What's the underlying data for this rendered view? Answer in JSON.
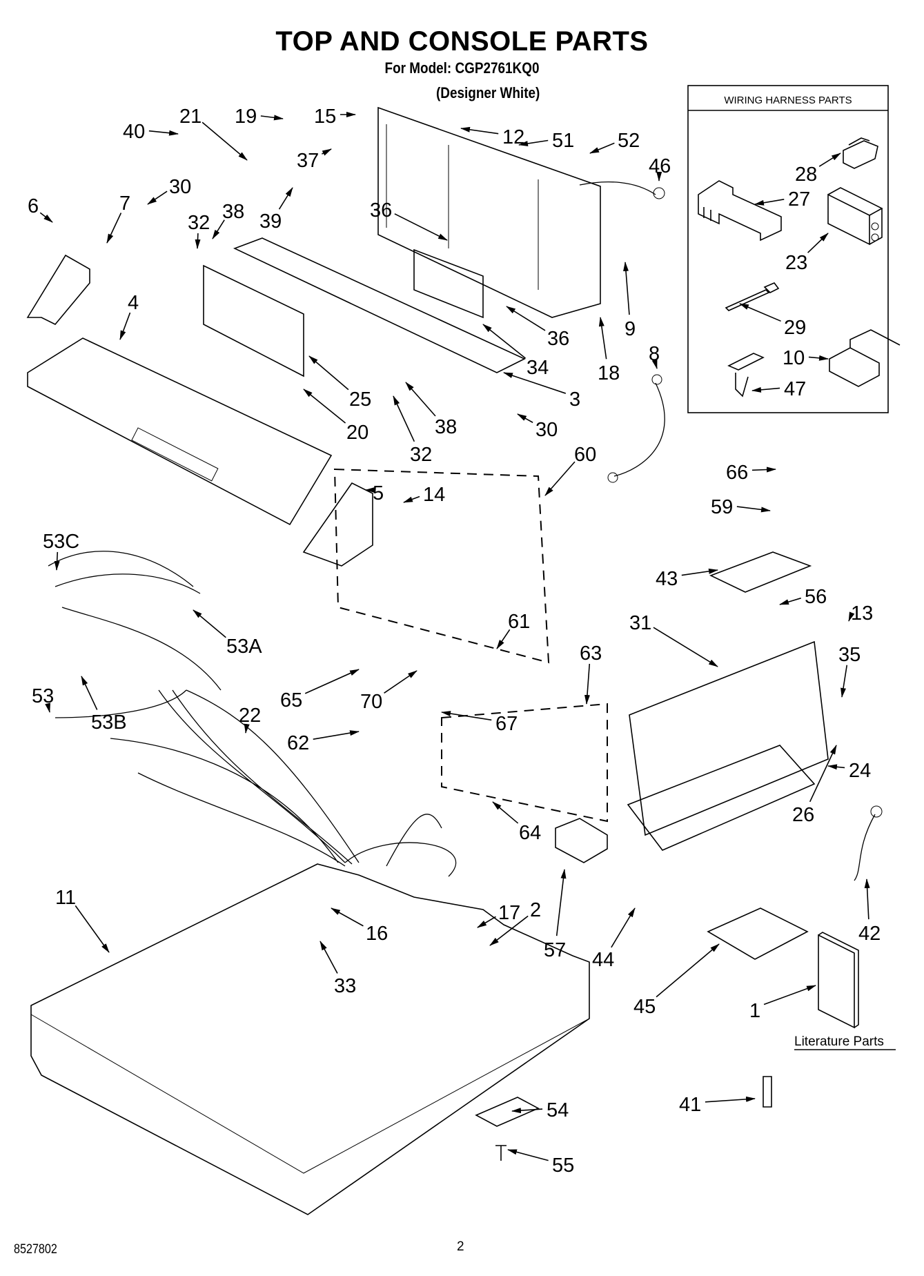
{
  "page": {
    "title": "TOP AND CONSOLE PARTS",
    "subtitle": "For Model: CGP2761KQ0",
    "variant": "(Designer White)",
    "document_code": "8527802",
    "page_number": "2"
  },
  "inset_boxes": {
    "wiring_harness_title": "WIRING HARNESS PARTS",
    "literature_title": "Literature Parts"
  },
  "callouts": [
    {
      "id": "21",
      "label": "21"
    },
    {
      "id": "19",
      "label": "19"
    },
    {
      "id": "15",
      "label": "15"
    },
    {
      "id": "12",
      "label": "12"
    },
    {
      "id": "51",
      "label": "51"
    },
    {
      "id": "52",
      "label": "52"
    },
    {
      "id": "46",
      "label": "46"
    },
    {
      "id": "40",
      "label": "40"
    },
    {
      "id": "37",
      "label": "37"
    },
    {
      "id": "39",
      "label": "39"
    },
    {
      "id": "6",
      "label": "6"
    },
    {
      "id": "7",
      "label": "7"
    },
    {
      "id": "30a",
      "label": "30"
    },
    {
      "id": "32a",
      "label": "32"
    },
    {
      "id": "38a",
      "label": "38"
    },
    {
      "id": "36a",
      "label": "36"
    },
    {
      "id": "36b",
      "label": "36"
    },
    {
      "id": "9",
      "label": "9"
    },
    {
      "id": "4",
      "label": "4"
    },
    {
      "id": "34",
      "label": "34"
    },
    {
      "id": "18",
      "label": "18"
    },
    {
      "id": "3",
      "label": "3"
    },
    {
      "id": "25",
      "label": "25"
    },
    {
      "id": "20",
      "label": "20"
    },
    {
      "id": "38b",
      "label": "38"
    },
    {
      "id": "32b",
      "label": "32"
    },
    {
      "id": "30b",
      "label": "30"
    },
    {
      "id": "8",
      "label": "8"
    },
    {
      "id": "60",
      "label": "60"
    },
    {
      "id": "5",
      "label": "5"
    },
    {
      "id": "14",
      "label": "14"
    },
    {
      "id": "53C",
      "label": "53C"
    },
    {
      "id": "66",
      "label": "66"
    },
    {
      "id": "59",
      "label": "59"
    },
    {
      "id": "43",
      "label": "43"
    },
    {
      "id": "56",
      "label": "56"
    },
    {
      "id": "13",
      "label": "13"
    },
    {
      "id": "61",
      "label": "61"
    },
    {
      "id": "31",
      "label": "31"
    },
    {
      "id": "53A",
      "label": "53A"
    },
    {
      "id": "35",
      "label": "35"
    },
    {
      "id": "65",
      "label": "65"
    },
    {
      "id": "70",
      "label": "70"
    },
    {
      "id": "63",
      "label": "63"
    },
    {
      "id": "53",
      "label": "53"
    },
    {
      "id": "53B",
      "label": "53B"
    },
    {
      "id": "22",
      "label": "22"
    },
    {
      "id": "67",
      "label": "67"
    },
    {
      "id": "62",
      "label": "62"
    },
    {
      "id": "24",
      "label": "24"
    },
    {
      "id": "64",
      "label": "64"
    },
    {
      "id": "26",
      "label": "26"
    },
    {
      "id": "11",
      "label": "11"
    },
    {
      "id": "17",
      "label": "17"
    },
    {
      "id": "2",
      "label": "2"
    },
    {
      "id": "16",
      "label": "16"
    },
    {
      "id": "57",
      "label": "57"
    },
    {
      "id": "44",
      "label": "44"
    },
    {
      "id": "42",
      "label": "42"
    },
    {
      "id": "33",
      "label": "33"
    },
    {
      "id": "45",
      "label": "45"
    },
    {
      "id": "1",
      "label": "1"
    },
    {
      "id": "54",
      "label": "54"
    },
    {
      "id": "41",
      "label": "41"
    },
    {
      "id": "55",
      "label": "55"
    },
    {
      "id": "28",
      "label": "28"
    },
    {
      "id": "27",
      "label": "27"
    },
    {
      "id": "23",
      "label": "23"
    },
    {
      "id": "29",
      "label": "29"
    },
    {
      "id": "10",
      "label": "10"
    },
    {
      "id": "47",
      "label": "47"
    }
  ]
}
